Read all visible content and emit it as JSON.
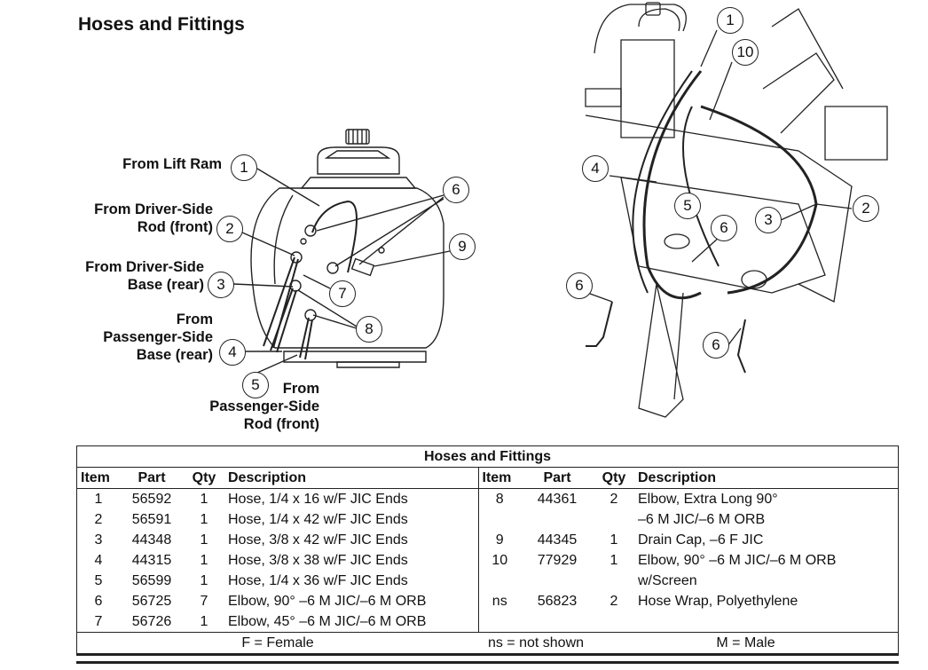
{
  "page_title": "Hoses and Fittings",
  "left_callouts": [
    {
      "id": "lift-ram",
      "text": "From Lift Ram",
      "num": "1"
    },
    {
      "id": "driver-rod",
      "text": "From Driver-Side\nRod (front)",
      "num": "2"
    },
    {
      "id": "driver-base",
      "text": "From Driver-Side\nBase (rear)",
      "num": "3"
    },
    {
      "id": "pass-base",
      "text": "From\nPassenger-Side\nBase (rear)",
      "num": "4"
    },
    {
      "id": "pass-rod",
      "text": "From\nPassenger-Side\nRod (front)",
      "num": "5"
    }
  ],
  "left_bubbles": [
    "6",
    "7",
    "8",
    "9"
  ],
  "right_bubbles": [
    "1",
    "10",
    "4",
    "5",
    "6",
    "3",
    "2",
    "6",
    "6"
  ],
  "table": {
    "title": "Hoses and Fittings",
    "headers": [
      "Item",
      "Part",
      "Qty",
      "Description"
    ],
    "left_rows": [
      [
        "1",
        "56592",
        "1",
        "Hose, 1/4 x 16 w/F JIC Ends"
      ],
      [
        "2",
        "56591",
        "1",
        "Hose, 1/4 x 42 w/F JIC Ends"
      ],
      [
        "3",
        "44348",
        "1",
        "Hose, 3/8 x 42 w/F JIC Ends"
      ],
      [
        "4",
        "44315",
        "1",
        "Hose, 3/8 x 38 w/F JIC Ends"
      ],
      [
        "5",
        "56599",
        "1",
        "Hose, 1/4 x 36 w/F JIC Ends"
      ],
      [
        "6",
        "56725",
        "7",
        "Elbow, 90° –6 M JIC/–6 M ORB"
      ],
      [
        "7",
        "56726",
        "1",
        "Elbow, 45° –6 M JIC/–6 M ORB"
      ]
    ],
    "right_rows": [
      [
        "8",
        "44361",
        "2",
        "Elbow, Extra Long 90°\n–6 M JIC/–6 M ORB"
      ],
      [
        "9",
        "44345",
        "1",
        "Drain Cap, –6 F JIC"
      ],
      [
        "10",
        "77929",
        "1",
        "Elbow, 90° –6 M JIC/–6 M ORB\nw/Screen"
      ],
      [
        "ns",
        "56823",
        "2",
        "Hose Wrap, Polyethylene"
      ]
    ],
    "legend": [
      "F = Female",
      "ns = not shown",
      "M = Male"
    ]
  }
}
